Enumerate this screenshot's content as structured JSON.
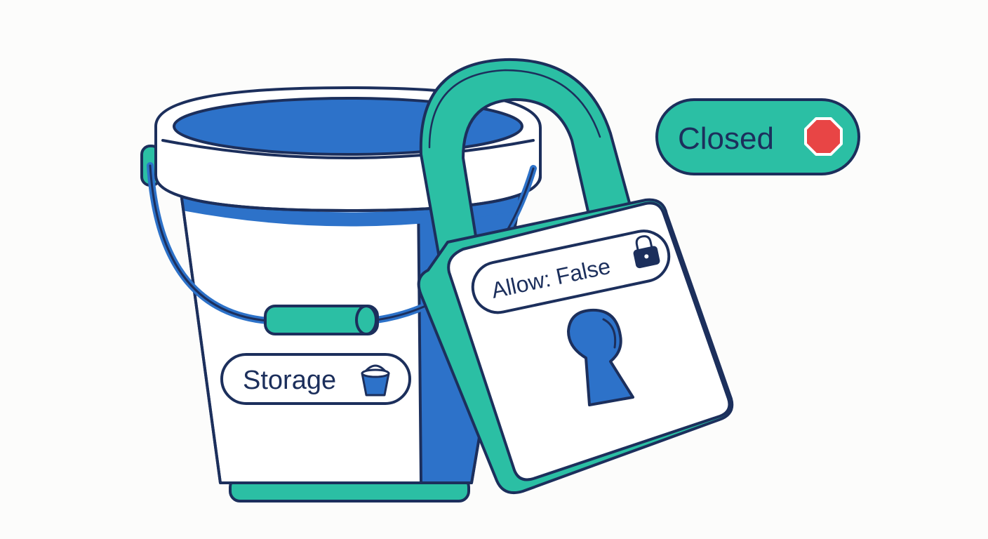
{
  "status_pill": {
    "label": "Closed",
    "icon": "stop-octagon-icon",
    "color": "#2bbfa4",
    "icon_color": "#e84545"
  },
  "bucket": {
    "label": "Storage",
    "icon": "bucket-icon",
    "body_color": "#ffffff",
    "fill_color": "#2d72c9",
    "rim_color": "#2bbfa4"
  },
  "padlock": {
    "label": "Allow: False",
    "icon": "lock-icon",
    "shackle_color": "#2bbfa4",
    "keyhole_icon": "keyhole-icon",
    "keyhole_color": "#2d72c9"
  },
  "outline_color": "#1c2f5c"
}
